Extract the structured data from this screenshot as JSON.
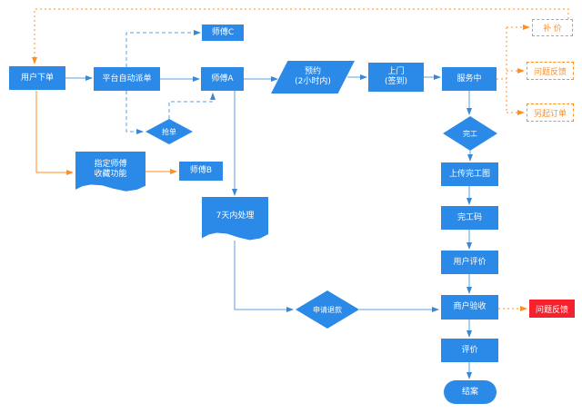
{
  "diagram": {
    "title_hint": "order-service-flowchart",
    "colors": {
      "node_blue": "#2b89e8",
      "line_blue": "#5b9fe0",
      "orange": "#ff8f1f",
      "red": "#f5222d"
    },
    "nodes": {
      "user_order": {
        "label": "用户下单"
      },
      "auto_dispatch": {
        "label": "平台自动派单"
      },
      "master_c": {
        "label": "师傅C"
      },
      "master_a": {
        "label": "师傅A"
      },
      "grab_order": {
        "label": "抢单"
      },
      "assign_master": {
        "line1": "指定师傅",
        "line2": "收藏功能"
      },
      "master_b": {
        "label": "师傅B"
      },
      "appointment": {
        "line1": "预约",
        "line2": "(2小时内)"
      },
      "onsite": {
        "line1": "上门",
        "line2": "(签到)"
      },
      "in_service": {
        "label": "服务中"
      },
      "add_price": {
        "label": "补 价"
      },
      "issue_feedback": {
        "label": "问题反馈"
      },
      "new_order": {
        "label": "另起订单"
      },
      "complete": {
        "label": "完工"
      },
      "upload_image": {
        "label": "上传完工图"
      },
      "complete_code": {
        "label": "完工码"
      },
      "user_review": {
        "label": "用户评价"
      },
      "merchant_accept": {
        "label": "商户验收"
      },
      "review": {
        "label": "评价"
      },
      "close_case": {
        "label": "结案"
      },
      "issue_feedback_red": {
        "label": "问题反馈"
      },
      "seven_day": {
        "label": "7天内处理"
      },
      "refund": {
        "label": "申请退款"
      }
    }
  }
}
